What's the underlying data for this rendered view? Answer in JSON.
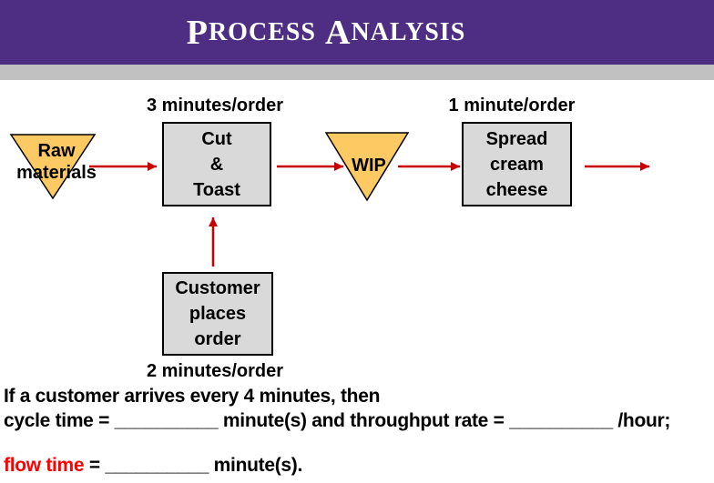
{
  "colors": {
    "header-purple": "#4D2E82",
    "header-gray": "#C1C1C1",
    "title-white": "#FFFFFF",
    "box-fill": "#D9D9D9",
    "box-border": "#000000",
    "triangle-fill": "#FCC963",
    "triangle-border": "#000000",
    "arrow-red": "#C80000",
    "flow-time-red": "#FF0000",
    "text-black": "#000000"
  },
  "header": {
    "title": "Process Analysis",
    "title_parts": {
      "w1_initial": "P",
      "w1_rest": "ROCESS",
      "w2_initial": "A",
      "w2_rest": "NALYSIS"
    }
  },
  "diagram": {
    "rate_labels": {
      "cut_toast": "3 minutes/order",
      "spread": "1 minute/order",
      "customer": "2 minutes/order"
    },
    "nodes": {
      "raw_materials": {
        "label": "Raw\nmaterials",
        "type": "inventory-triangle"
      },
      "cut_toast": {
        "label": "Cut\n&\nToast",
        "type": "process-box"
      },
      "wip": {
        "label": "WIP",
        "type": "inventory-triangle"
      },
      "spread_cream_cheese": {
        "label": "Spread\ncream\ncheese",
        "type": "process-box"
      },
      "customer_places_order": {
        "label": "Customer\nplaces\norder",
        "type": "process-box"
      }
    }
  },
  "notes": {
    "line1": "If a customer arrives every 4 minutes, then",
    "line2": "cycle time = __________ minute(s) and throughput rate = __________ /hour;",
    "line3_red": "flow time",
    "line3_rest": " = __________ minute(s)."
  }
}
